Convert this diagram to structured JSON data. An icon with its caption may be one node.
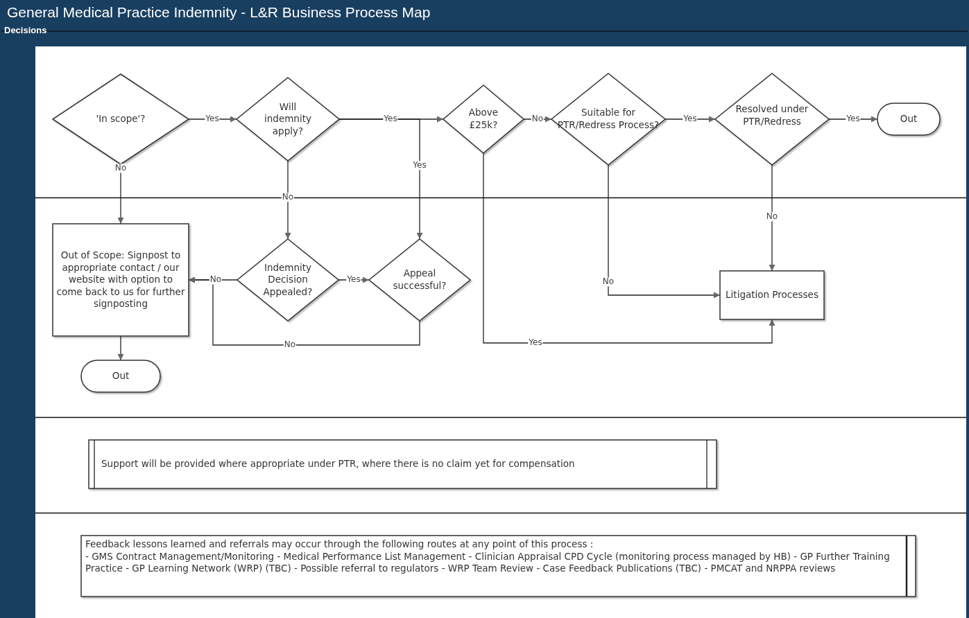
{
  "diagram": {
    "title": "General Medical Practice Indemnity - L&R Business Process Map",
    "nodes": [
      {
        "text": [
          "'In scope'?"
        ]
      },
      {
        "text": [
          "Will indemnity apply?"
        ]
      },
      {
        "text": [
          "Above £25k?"
        ]
      },
      {
        "text": [
          "Suitable for PTR/Redress Process?"
        ]
      },
      {
        "text": [
          "Resolved under PTR/Redress"
        ]
      },
      {
        "text": [
          "Out"
        ]
      },
      {
        "text": [
          "Out of Scope: Signpost to appropriate contact / our website with option to come back to us for further signposting"
        ]
      },
      {
        "text": [
          "Indemnity Decision Appealed?"
        ]
      },
      {
        "text": [
          "Appeal successful?"
        ]
      },
      {
        "text": [
          "Litigation Processes"
        ]
      },
      {
        "text": [
          "Out"
        ]
      },
      {
        "text": [
          "Support will be provided where appropriate under PTR, where there is no claim yet for compensation"
        ]
      },
      {
        "text": [
          "Feedback lessons learned and referrals may occur through the following routes at any point of this process :",
          "- GMS Contract Management/Monitoring - Medical Performance List Management - Clinician Appraisal CPD Cycle (monitoring process managed by HB) - GP Further Training Practice - GP Learning Network (WRP) (TBC) - Possible referral  to regulators - WRP Team Review - Case Feedback Publications (TBC) - PMCAT and NRPPA  reviews"
        ]
      }
    ],
    "edges": [
      {
        "from": 0,
        "to": 1,
        "arrow": "to",
        "label": "Yes"
      },
      {
        "from": 1,
        "to": 2,
        "arrow": "to",
        "label": "Yes"
      },
      {
        "from": 1,
        "to": 8,
        "arrow": "to",
        "label": "Yes"
      },
      {
        "from": 0,
        "to": 6,
        "arrow": "to",
        "label": "No"
      },
      {
        "from": 1,
        "to": 7,
        "arrow": "to",
        "label": "No"
      },
      {
        "from": 2,
        "to": 3,
        "arrow": "to",
        "label": "No"
      },
      {
        "from": 3,
        "to": 4,
        "arrow": "to",
        "label": "Yes"
      },
      {
        "from": 4,
        "to": 5,
        "arrow": "to",
        "label": "Yes"
      },
      {
        "from": 3,
        "to": 9,
        "arrow": "to",
        "label": "No"
      },
      {
        "from": 4,
        "to": 9,
        "arrow": "to",
        "label": "No"
      },
      {
        "from": 2,
        "to": 9,
        "arrow": "to",
        "label": "Yes"
      },
      {
        "from": 7,
        "to": 6,
        "arrow": "to",
        "label": "No"
      },
      {
        "from": 7,
        "to": 8,
        "arrow": "to",
        "label": "Yes"
      },
      {
        "from": 8,
        "to": 6,
        "arrow": "to",
        "label": "No"
      },
      {
        "from": 6,
        "to": 10,
        "arrow": "to"
      }
    ],
    "labels": [
      "Decisions"
    ]
  }
}
